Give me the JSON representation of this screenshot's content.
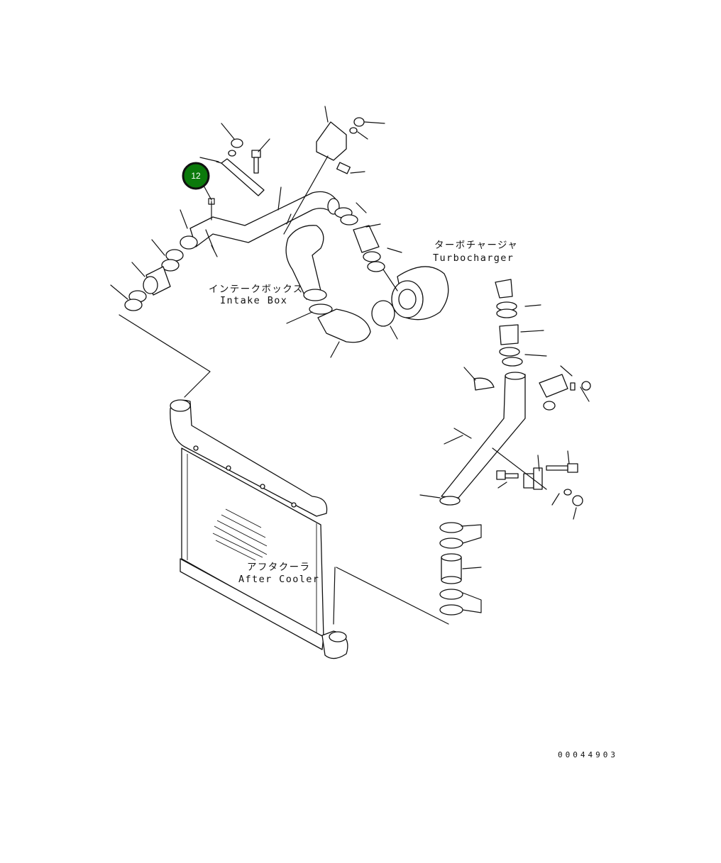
{
  "labels": {
    "intake_box_jp": "インテークボックス",
    "intake_box_en": "Intake Box",
    "turbocharger_jp": "ターボチャージャ",
    "turbocharger_en": "Turbocharger",
    "after_cooler_jp": "アフタクーラ",
    "after_cooler_en": "After Cooler"
  },
  "callout": {
    "number": "12",
    "fill": "#0b7a0b",
    "stroke": "#111111"
  },
  "drawing_number": "00044903"
}
